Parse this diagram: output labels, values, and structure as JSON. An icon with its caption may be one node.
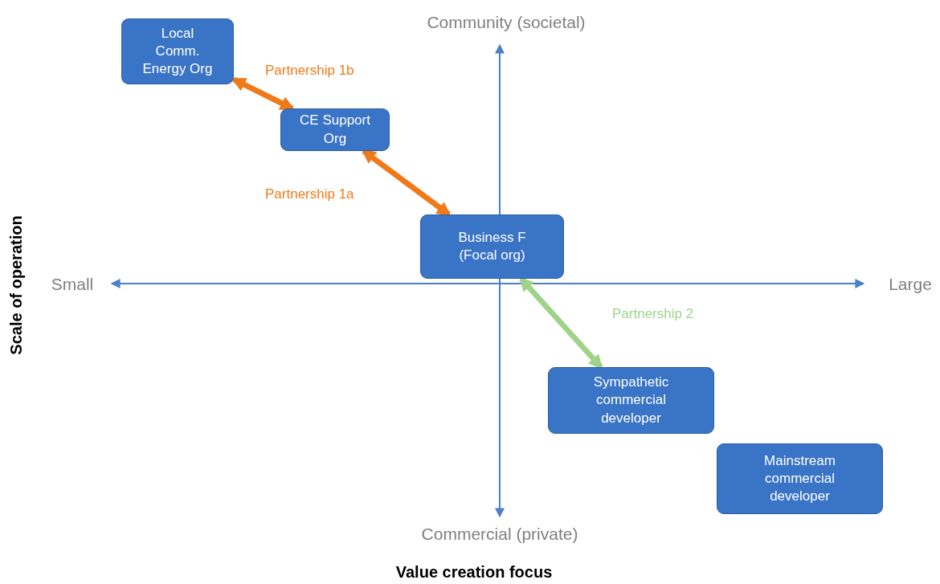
{
  "diagram": {
    "nodes": [
      {
        "text": [
          "Local Comm. Energy Org"
        ]
      },
      {
        "text": [
          "CE Support Org"
        ]
      },
      {
        "text": [
          "Business F (Focal org)"
        ]
      },
      {
        "text": [
          "Sympathetic commercial developer"
        ]
      },
      {
        "text": [
          "Mainstream commercial developer"
        ]
      }
    ],
    "edges": [
      {
        "from": 0,
        "to": 1,
        "arrow": "both",
        "label": "Partnership 1b",
        "color": "#f07a1a"
      },
      {
        "from": 1,
        "to": 2,
        "arrow": "both",
        "label": "Partnership 1a",
        "color": "#f07a1a"
      },
      {
        "from": 2,
        "to": 3,
        "arrow": "both",
        "label": "Partnership 2",
        "color": "#9fd38a"
      }
    ],
    "labels": [
      "Community (societal)",
      "Small",
      "Large",
      "Commercial (private)",
      "Scale of operation",
      "Value creation focus"
    ]
  }
}
